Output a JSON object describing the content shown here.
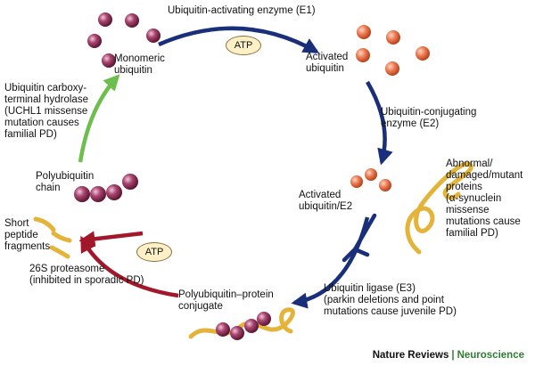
{
  "labels": {
    "e1": "Ubiquitin-activating enzyme (E1)",
    "monomeric": "Monomeric\nubiquitin",
    "activated": "Activated\nubiquitin",
    "e2": "Ubiquitin-conjugating\nenzyme (E2)",
    "activated_e2": "Activated\nubiquitin/E2",
    "abnormal": "Abnormal/\ndamaged/mutant\nproteins\n(α-synuclein\nmissense\nmutations cause\nfamilial PD)",
    "e3": "Ubiquitin ligase (E3)\n(parkin deletions and point\nmutations cause juvenile PD)",
    "conjugate": "Polyubiquitin–protein\nconjugate",
    "proteasome": "26S proteasome\n(inhibited in sporadic PD)",
    "short_peptides": "Short\npeptide\nfragments",
    "polychain": "Polyubiquitin\nchain",
    "uchl1": "Ubiquitin carboxy-\nterminal hydrolase\n(UCHL1 missense\nmutation causes\nfamilial PD)"
  },
  "atp_top": "ATP",
  "atp_left": "ATP",
  "footer": {
    "journal": "Nature Reviews",
    "separator": "|",
    "section": "Neuroscience"
  },
  "colors": {
    "ubiquitin": "#8e2f56",
    "activated_ubiquitin": "#e8734a",
    "blue_arrow": "#1a2f7a",
    "red_arrow": "#a3172a",
    "green_arrow": "#6cbf4d",
    "protein": "#e3b33a"
  }
}
